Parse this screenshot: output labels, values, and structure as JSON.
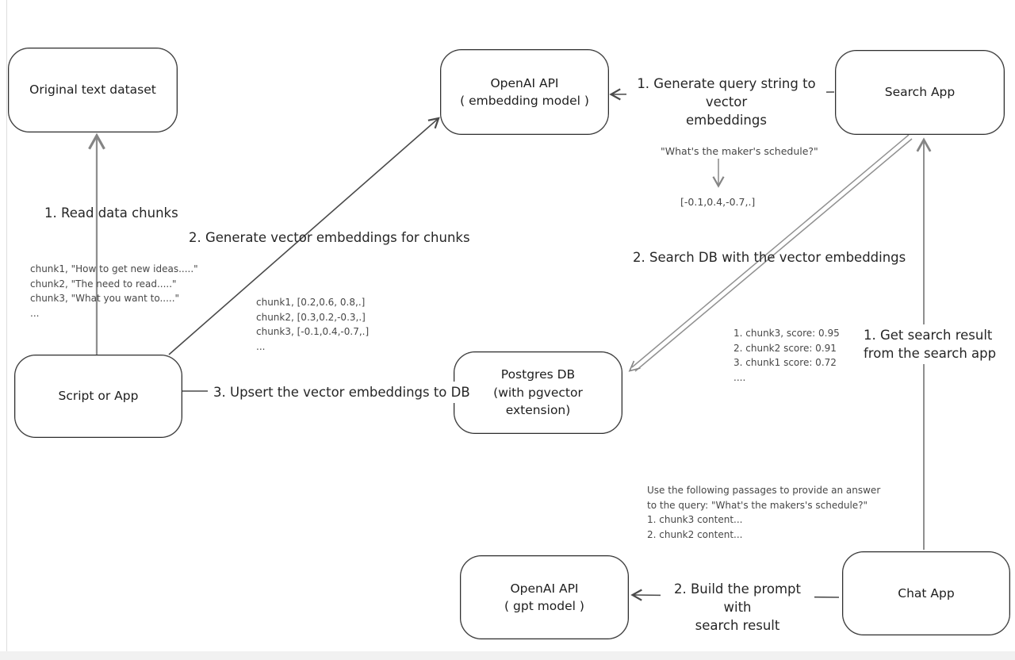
{
  "canvas": {
    "nodes": {
      "original_dataset": {
        "label": "Original text dataset"
      },
      "openai_embedding": {
        "label": "OpenAI API\n( embedding model )"
      },
      "search_app": {
        "label": "Search App"
      },
      "script_or_app": {
        "label": "Script or App"
      },
      "postgres_db": {
        "label": "Postgres DB\n(with pgvector extension)"
      },
      "openai_gpt": {
        "label": "OpenAI API\n( gpt model )"
      },
      "chat_app": {
        "label": "Chat App"
      }
    },
    "edge_labels": {
      "read_chunks": "1. Read data chunks",
      "generate_embeddings": "2. Generate vector embeddings for chunks",
      "upsert": "3. Upsert the vector embeddings to DB",
      "query_to_vector": "1. Generate query string to vector\nembeddings",
      "search_db": "2. Search DB with the vector embeddings",
      "get_search_result": "1. Get search result\nfrom the search app",
      "build_prompt": "2. Build the prompt with\nsearch result"
    },
    "annotations": {
      "chunk_texts": "chunk1, \"How to get new ideas.....\"\nchunk2, \"The need to read.....\"\nchunk3, \"What you want to.....\"\n...",
      "chunk_vectors": "chunk1, [0.2,0.6, 0.8,.]\nchunk2, [0.3,0.2,-0.3,.]\nchunk3, [-0.1,0.4,-0.7,.]\n...",
      "query_string": "\"What's the maker's schedule?\"",
      "query_vector": "[-0.1,0.4,-0.7,.]",
      "search_scores": "1. chunk3, score: 0.95\n2. chunk2 score: 0.91\n3. chunk1 score: 0.72\n....",
      "prompt_text": "Use the following passages to provide an answer\nto the query: \"What's the makers's schedule?\"\n1. chunk3 content...\n2. chunk2 content..."
    }
  }
}
